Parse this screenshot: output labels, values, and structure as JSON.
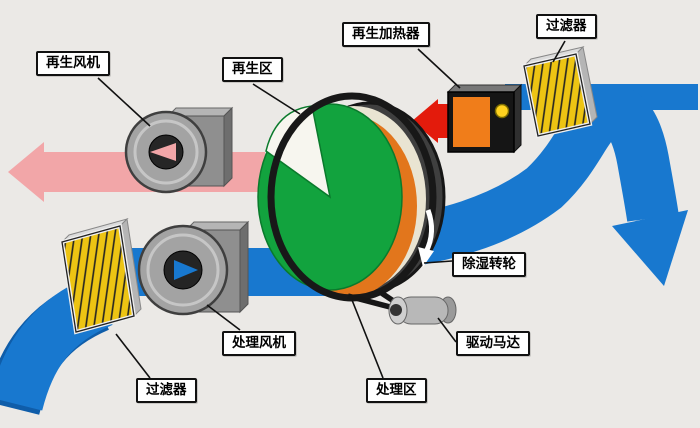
{
  "labels": {
    "regen_fan": "再生风机",
    "regen_zone": "再生区",
    "regen_heater": "再生加热器",
    "filter_top": "过滤器",
    "wheel": "除湿转轮",
    "drive_motor": "驱动马达",
    "process_fan": "处理风机",
    "process_zone": "处理区",
    "filter_bottom": "过滤器"
  },
  "colors": {
    "background": "#ebe9e6",
    "process_air": "#1878cf",
    "process_air_dark": "#0f5da9",
    "regen_exhaust": "#f2a6a8",
    "hot_air": "#e31b0c",
    "wheel_green": "#12a33e",
    "wheel_sector": "#f7f6ef",
    "heater_orange": "#f07d1a",
    "filter_yellow": "#edc413"
  }
}
